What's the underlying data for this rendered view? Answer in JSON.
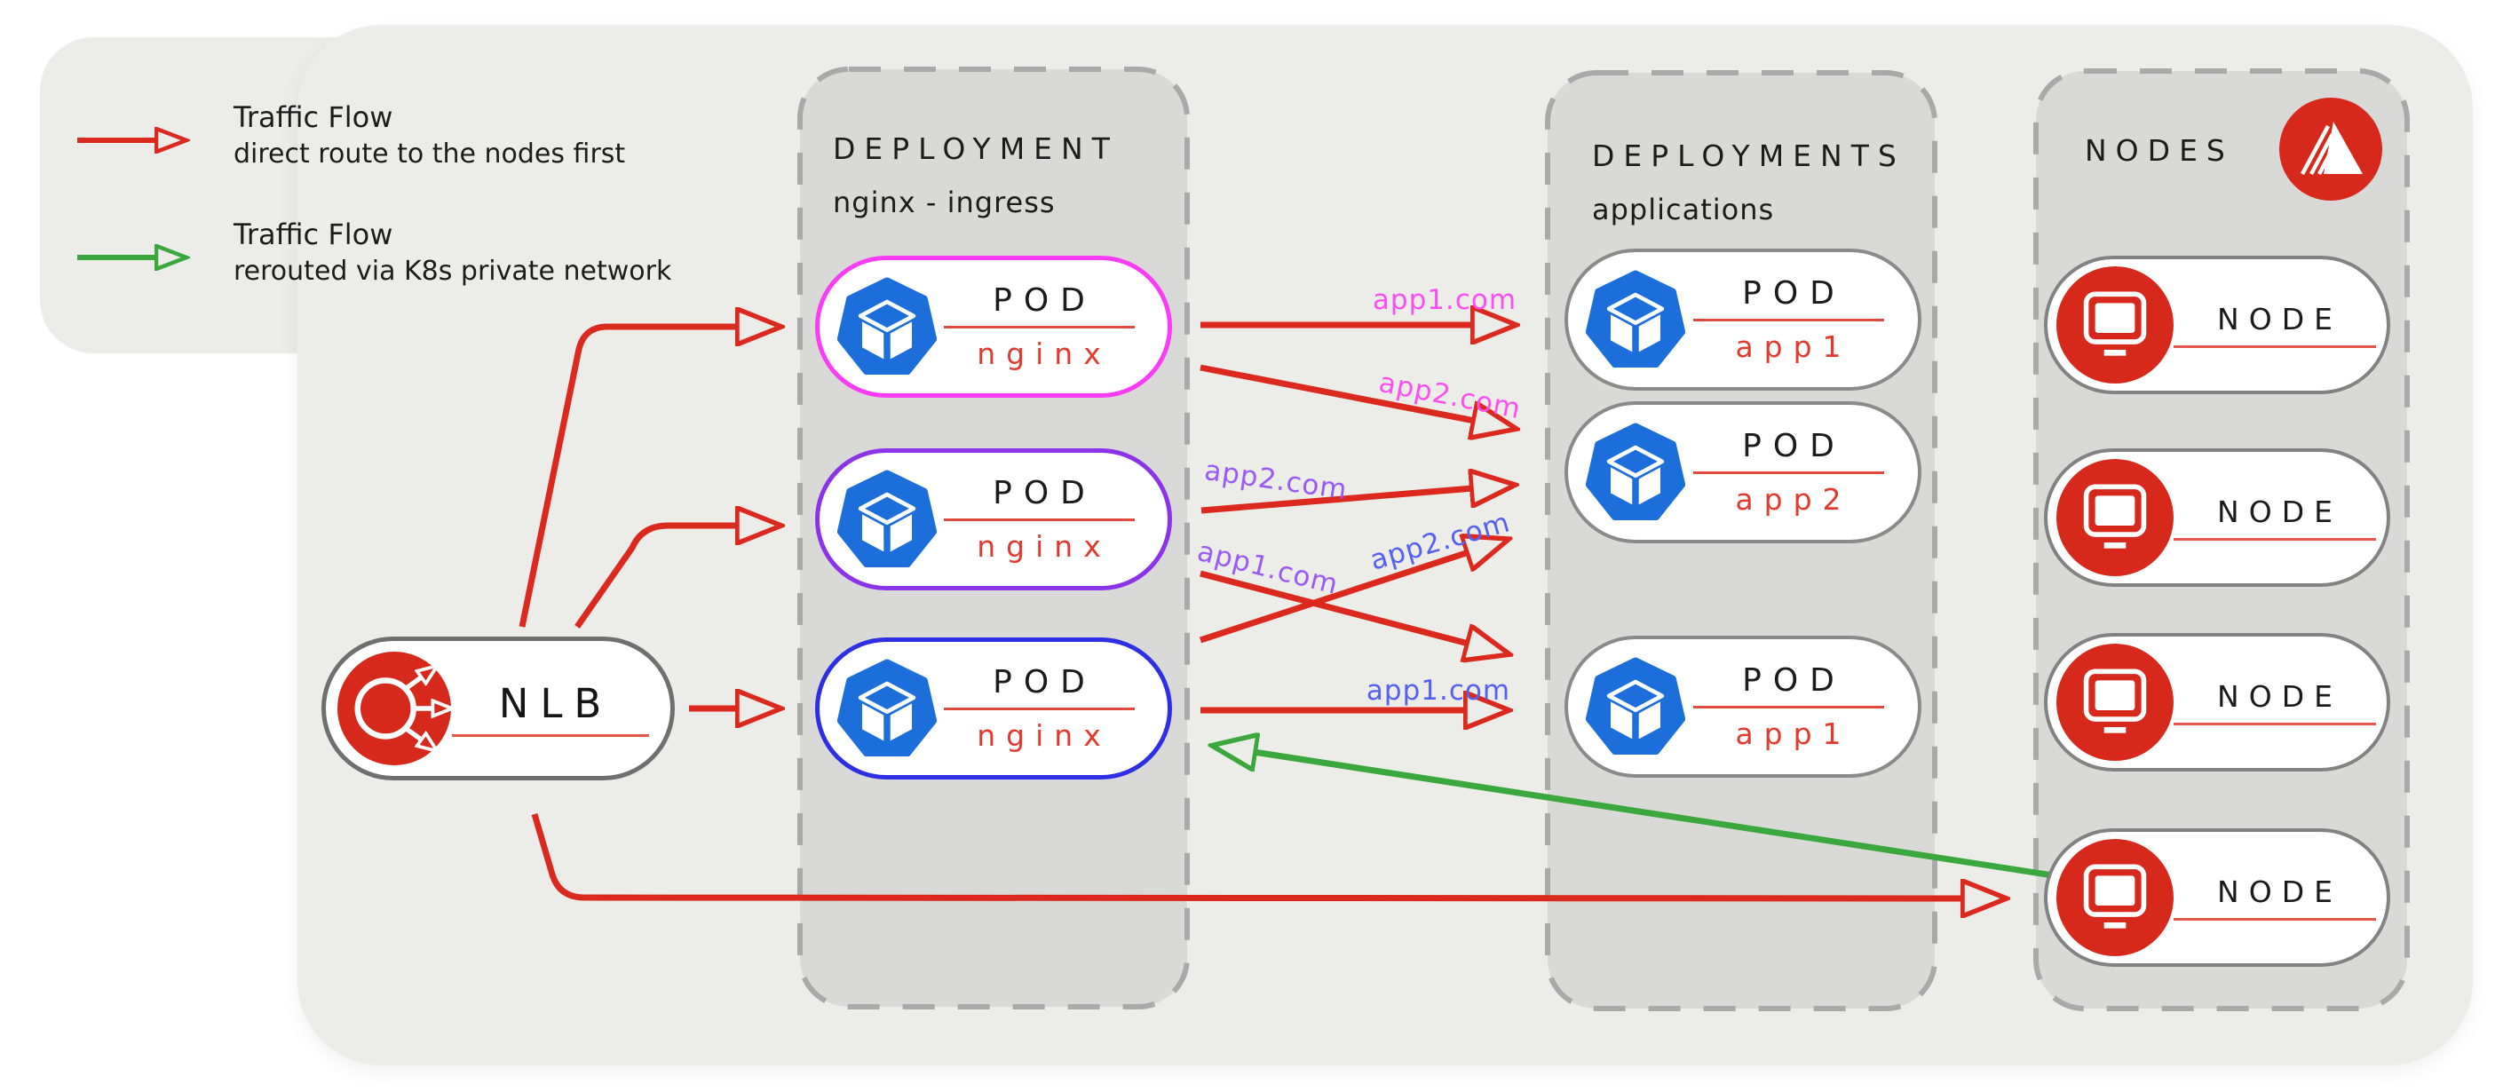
{
  "legend": {
    "items": [
      {
        "title": "Traffic Flow",
        "subtitle": "direct route to the nodes first",
        "arrow_color": "#dc291d",
        "icon": "red-right-arrow-icon"
      },
      {
        "title": "Traffic Flow",
        "subtitle": "rerouted via K8s private network",
        "arrow_color": "#3aa83c",
        "icon": "green-right-arrow-icon"
      }
    ]
  },
  "nlb": {
    "label": "NLB",
    "icon": "load-balancer-icon"
  },
  "columns": {
    "ingress": {
      "title": "DEPLOYMENT",
      "subtitle": "nginx - ingress",
      "pods": [
        {
          "title": "POD",
          "name": "nginx",
          "border_color": "#fa3cf7",
          "icon": "kubernetes-pod-icon"
        },
        {
          "title": "POD",
          "name": "nginx",
          "border_color": "#8c33ea",
          "icon": "kubernetes-pod-icon"
        },
        {
          "title": "POD",
          "name": "nginx",
          "border_color": "#2e2ee4",
          "icon": "kubernetes-pod-icon"
        }
      ]
    },
    "apps": {
      "title": "DEPLOYMENTS",
      "subtitle": "applications",
      "pods": [
        {
          "title": "POD",
          "name": "app1",
          "border_color": "#8a8a8a",
          "icon": "kubernetes-pod-icon"
        },
        {
          "title": "POD",
          "name": "app2",
          "border_color": "#8a8a8a",
          "icon": "kubernetes-pod-icon"
        },
        {
          "title": "POD",
          "name": "app1",
          "border_color": "#8a8a8a",
          "icon": "kubernetes-pod-icon"
        }
      ]
    },
    "nodes": {
      "title": "NODES",
      "logo_icon": "pyramid-logo-icon",
      "items": [
        {
          "label": "NODE",
          "icon": "monitor-icon"
        },
        {
          "label": "NODE",
          "icon": "monitor-icon"
        },
        {
          "label": "NODE",
          "icon": "monitor-icon"
        },
        {
          "label": "NODE",
          "icon": "monitor-icon"
        }
      ]
    }
  },
  "flow_labels": [
    {
      "text": "app1.com",
      "color": "#fd4ff1"
    },
    {
      "text": "app2.com",
      "color": "#fd4ff1"
    },
    {
      "text": "app2.com",
      "color": "#9b59f5"
    },
    {
      "text": "app1.com",
      "color": "#9b59f5"
    },
    {
      "text": "app2.com",
      "color": "#5560f2"
    },
    {
      "text": "app1.com",
      "color": "#5560f2"
    }
  ],
  "colors": {
    "page_background": "#ffffff",
    "panel": "#ecece9",
    "column_fill": "#d9d9d7",
    "column_border": "#a9a9a9",
    "red": "#dc291d",
    "green": "#3aa83c",
    "icon_red": "#d7281c",
    "kubernetes_blue": "#1c6fdb",
    "underline_red": "#e0493d",
    "name_red": "#e23a2e"
  }
}
